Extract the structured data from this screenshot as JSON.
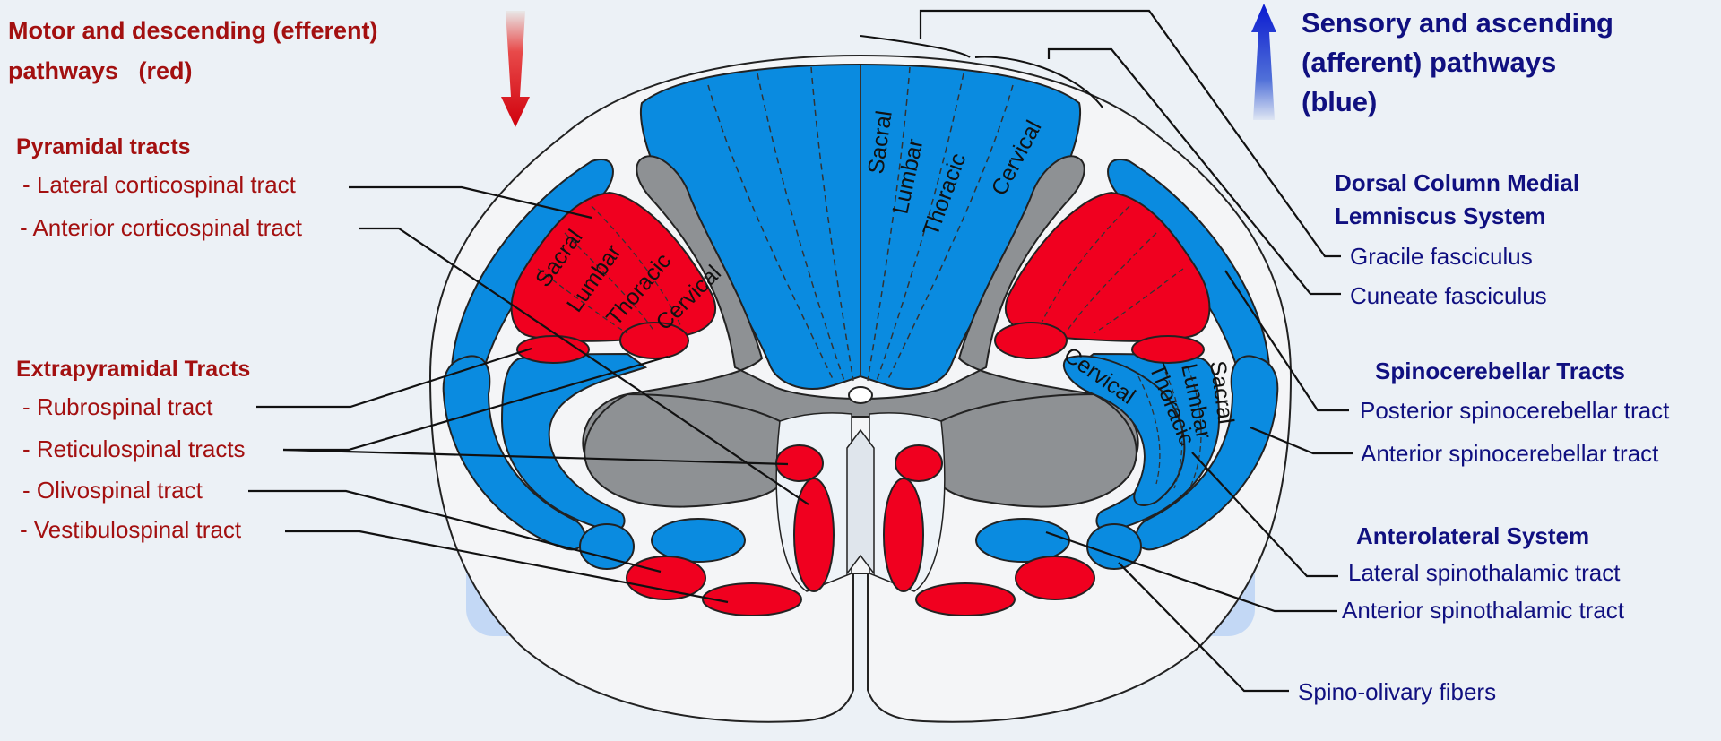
{
  "legend": {
    "motor_title_line1": "Motor and descending (efferent)",
    "motor_title_line2": "pathways   (red)",
    "sensory_title_line1": "Sensory and ascending",
    "sensory_title_line2": "(afferent) pathways",
    "sensory_title_line3": "(blue)",
    "motor_arrow_icon": "down-arrow-red",
    "sensory_arrow_icon": "up-arrow-blue"
  },
  "motor": {
    "pyramidal": {
      "heading": "Pyramidal tracts",
      "items": [
        "- Lateral corticospinal tract",
        "- Anterior corticospinal tract"
      ]
    },
    "extrapyramidal": {
      "heading": "Extrapyramidal Tracts",
      "items": [
        "- Rubrospinal tract",
        "- Reticulospinal tracts",
        "- Olivospinal tract",
        "- Vestibulospinal tract"
      ]
    }
  },
  "sensory": {
    "dorsal_column": {
      "heading_line1": "Dorsal Column Medial",
      "heading_line2": "Lemniscus System",
      "items": [
        "Gracile fasciculus",
        "Cuneate fasciculus"
      ]
    },
    "spinocerebellar": {
      "heading": "Spinocerebellar Tracts",
      "items": [
        "Posterior spinocerebellar tract",
        "Anterior spinocerebellar tract"
      ]
    },
    "anterolateral": {
      "heading": "Anterolateral System",
      "items": [
        "Lateral spinothalamic tract",
        "Anterior spinothalamic tract"
      ]
    },
    "spino_olivary": "Spino-olivary fibers"
  },
  "segments": {
    "dorsal": [
      "Sacral",
      "Lumbar",
      "Thoracic",
      "Cervical"
    ],
    "corticospinal": [
      "Sacral",
      "Lumbar",
      "Thoracic",
      "Cervical"
    ],
    "spinothalamic": [
      "Cervical",
      "Thoracic",
      "Lumbar",
      "Sacral"
    ]
  },
  "colors": {
    "efferent_red": "#f0001f",
    "afferent_blue": "#0a8be0",
    "grey_matter": "#8e9194",
    "white_matter": "#f3f4f6",
    "label_red": "#a31010",
    "label_blue": "#101080",
    "background": "#ecf1f6"
  }
}
